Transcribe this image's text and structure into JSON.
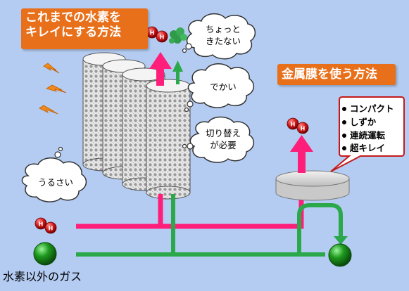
{
  "titles": {
    "conventional": "これまでの水素をキレイにする方法",
    "conventional_line1": "これまでの水素を",
    "conventional_line2": "キレイにする方法",
    "membrane": "金属膜を使う方法"
  },
  "callouts": {
    "dirty_line1": "ちょっと",
    "dirty_line2": "きたない",
    "big": "でかい",
    "switch_line1": "切り替え",
    "switch_line2": "が必要",
    "noisy": "うるさい"
  },
  "membrane_features": [
    "コンパクト",
    "しずか",
    "連続運転",
    "超キレイ"
  ],
  "labels": {
    "other_gas": "水素以外のガス",
    "h_atom": "H"
  },
  "colors": {
    "background": "#b4ccf2",
    "hydrogen_path": "#ff1f7a",
    "other_gas_path": "#2aa84a",
    "title_box": "#e8701a",
    "hydrogen_atom": "#d41a1a",
    "other_gas_ball": "#1e8a1e",
    "noise_bolt": "#f08a1a"
  }
}
